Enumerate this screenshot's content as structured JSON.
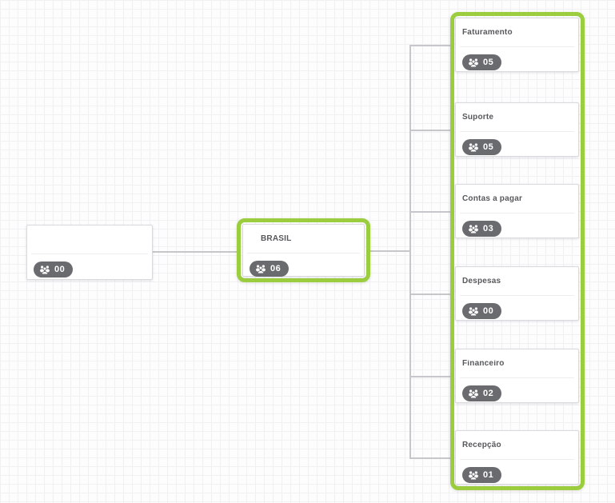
{
  "colors": {
    "highlight_green": "#9bcd3f",
    "badge_bg": "#6a6b6f",
    "connector": "#c7c7cb"
  },
  "nodes": {
    "root": {
      "label": "",
      "count": "00"
    },
    "parent": {
      "label": "BRASIL",
      "count": "06"
    },
    "children": [
      {
        "label": "Faturamento",
        "count": "05"
      },
      {
        "label": "Suporte",
        "count": "05"
      },
      {
        "label": "Contas a pagar",
        "count": "03"
      },
      {
        "label": "Despesas",
        "count": "00"
      },
      {
        "label": "Financeiro",
        "count": "02"
      },
      {
        "label": "Recepção",
        "count": "01"
      }
    ]
  }
}
